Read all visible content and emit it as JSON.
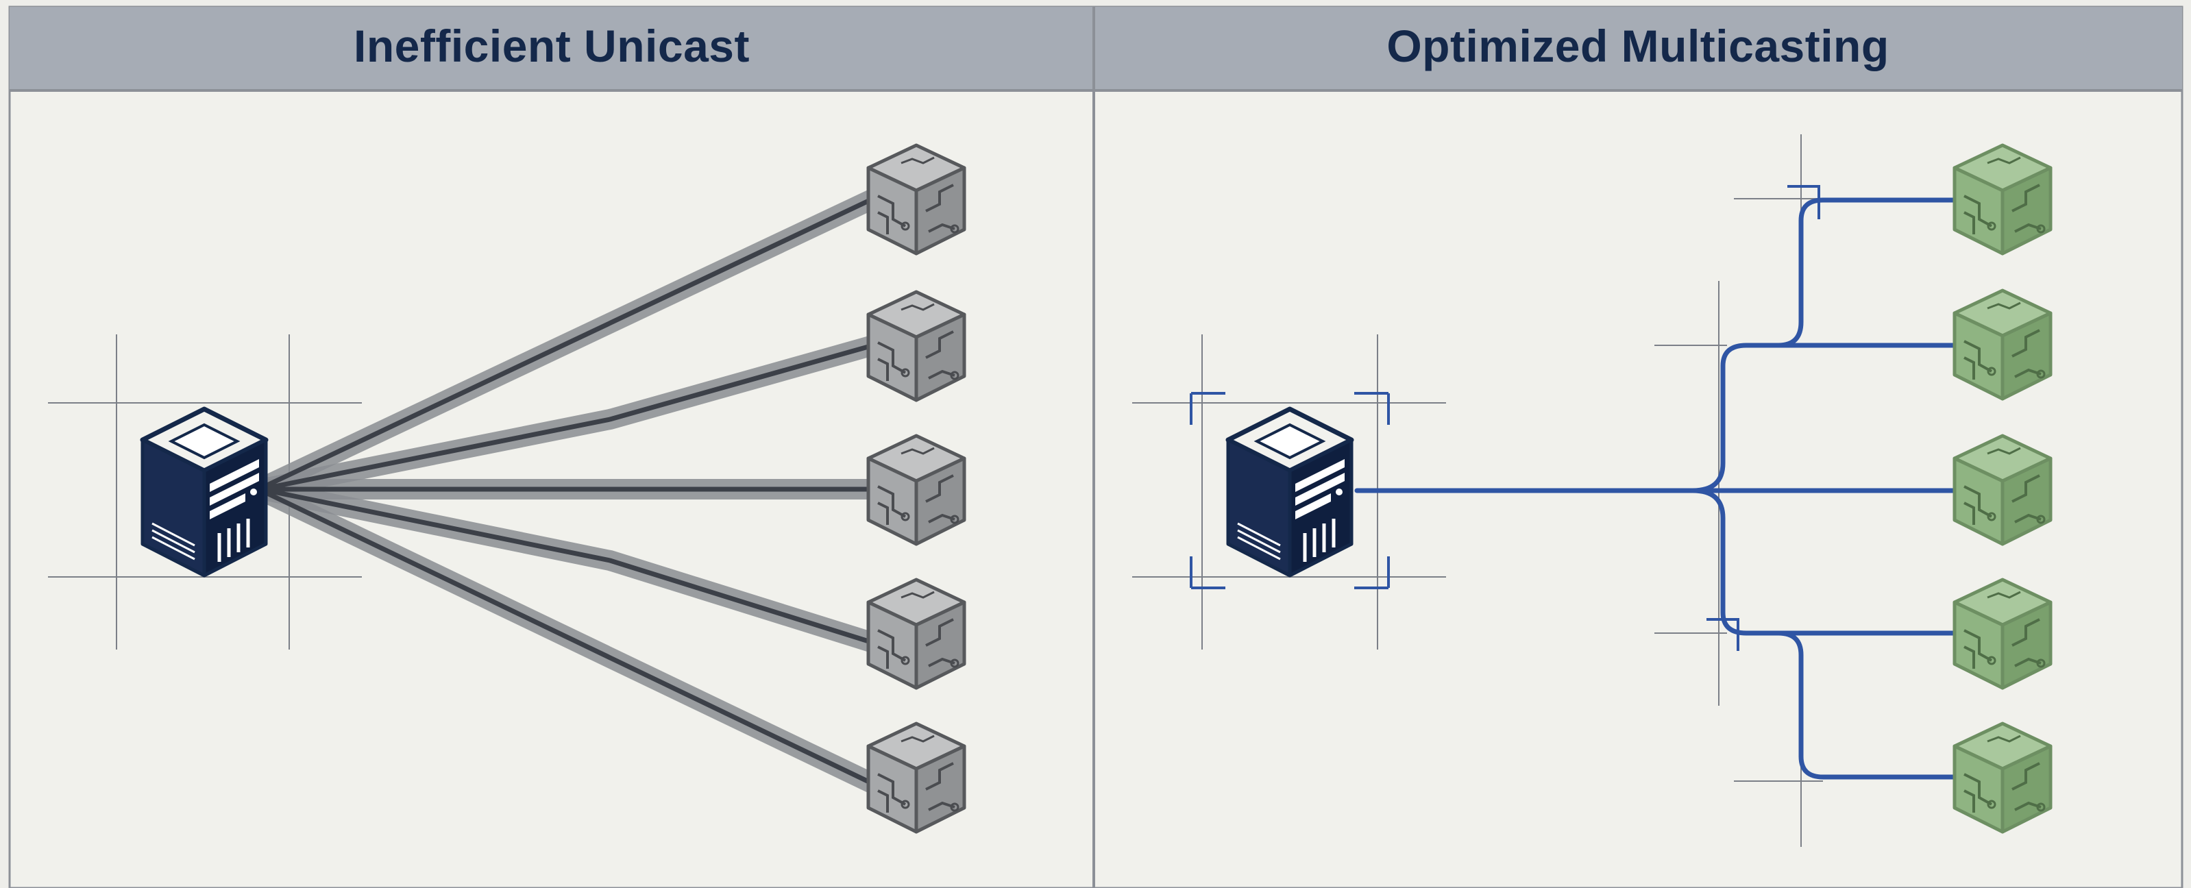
{
  "panels": {
    "left": {
      "title": "Inefficient Unicast"
    },
    "right": {
      "title": "Optimized Multicasting"
    }
  },
  "icons": {
    "server": "server-tower-icon",
    "receiver": "circuit-cube-icon"
  },
  "diagram": {
    "left": {
      "receivers": 5,
      "paths": "one separate stream per receiver"
    },
    "right": {
      "receivers": 5,
      "paths": "one shared stream branching to receivers"
    }
  },
  "colors": {
    "background": "#eeeeea",
    "header": "#a6acb5",
    "title_text": "#14284a",
    "server": "#14284a",
    "unicast_path": "#6b6f75",
    "unicast_core": "#3c4048",
    "multicast_line": "#2f55a4",
    "receiver_gray": "#a7a9ab",
    "receiver_green": "#8fb482"
  }
}
